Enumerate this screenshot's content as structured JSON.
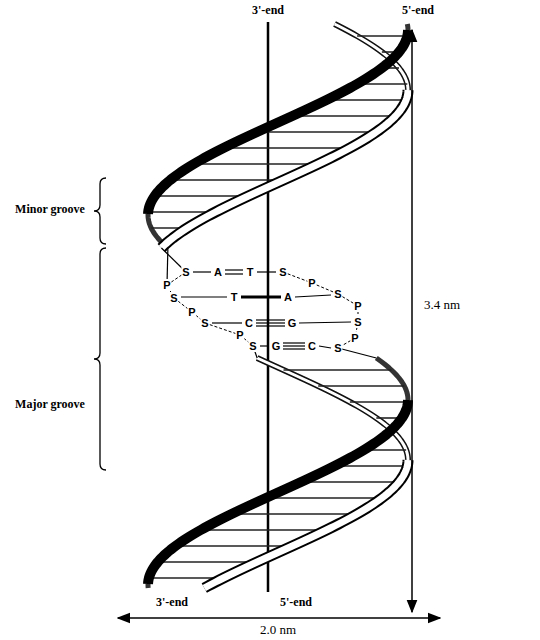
{
  "diagram": {
    "labels": [
      "3'-end",
      "5'-end",
      "Minor groove",
      "Major groove",
      "S",
      "A",
      "T",
      "S",
      "P",
      "P",
      "S",
      "T",
      "A",
      "S",
      "P",
      "P",
      "S",
      "C",
      "G",
      "S",
      "P",
      "P",
      "S",
      "G",
      "C",
      "S",
      "3.4 nm",
      "3'-end",
      "5'-end",
      "2.0 nm"
    ]
  }
}
